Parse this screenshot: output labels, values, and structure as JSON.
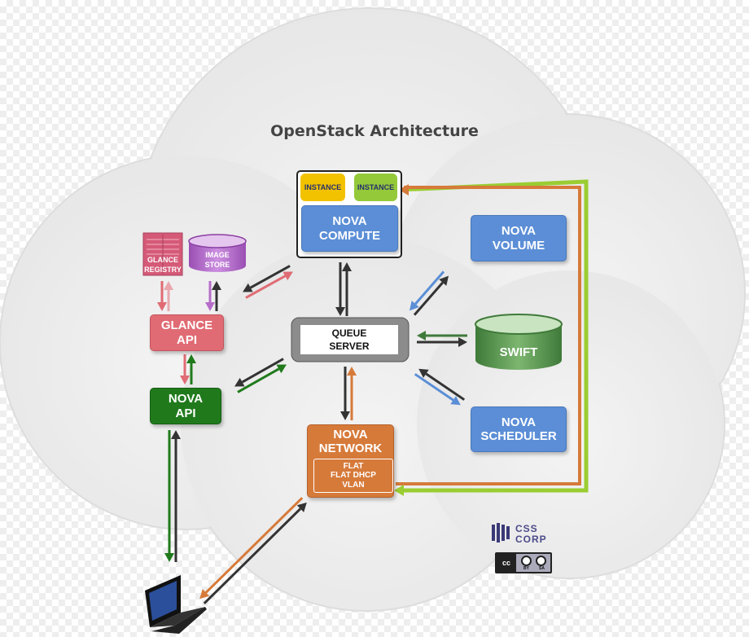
{
  "title": "OpenStack Architecture",
  "nodes": {
    "instance_1": "INSTANCE",
    "instance_2": "INSTANCE",
    "nova_compute": [
      "NOVA",
      "COMPUTE"
    ],
    "glance_registry": [
      "GLANCE",
      "REGISTRY"
    ],
    "image_store": [
      "IMAGE",
      "STORE"
    ],
    "glance_api": [
      "GLANCE",
      "API"
    ],
    "nova_api": [
      "NOVA",
      "API"
    ],
    "queue_server": [
      "QUEUE",
      "SERVER"
    ],
    "nova_volume": [
      "NOVA",
      "VOLUME"
    ],
    "swift": "SWIFT",
    "nova_scheduler": [
      "NOVA",
      "SCHEDULER"
    ],
    "nova_network": [
      "NOVA",
      "NETWORK"
    ],
    "network_modes": [
      "FLAT",
      "FLAT DHCP",
      "VLAN"
    ]
  },
  "branding": {
    "logo": [
      "CSS",
      "CORP"
    ],
    "license": [
      "BY",
      "SA"
    ],
    "license_badge": "cc"
  },
  "colors": {
    "blue": "#5b8ed6",
    "red": "#e06b74",
    "green": "#207a1c",
    "orange": "#d67a3a",
    "lime": "#9acd32",
    "instance_yellow": "#f2c200",
    "instance_green": "#94c93a",
    "purple": "#b66ec9"
  },
  "icons": [
    "laptop-icon",
    "cloud-shape",
    "glance-registry-icon",
    "database-cylinder-icon",
    "css-corp-logo",
    "cc-by-sa-badge"
  ]
}
